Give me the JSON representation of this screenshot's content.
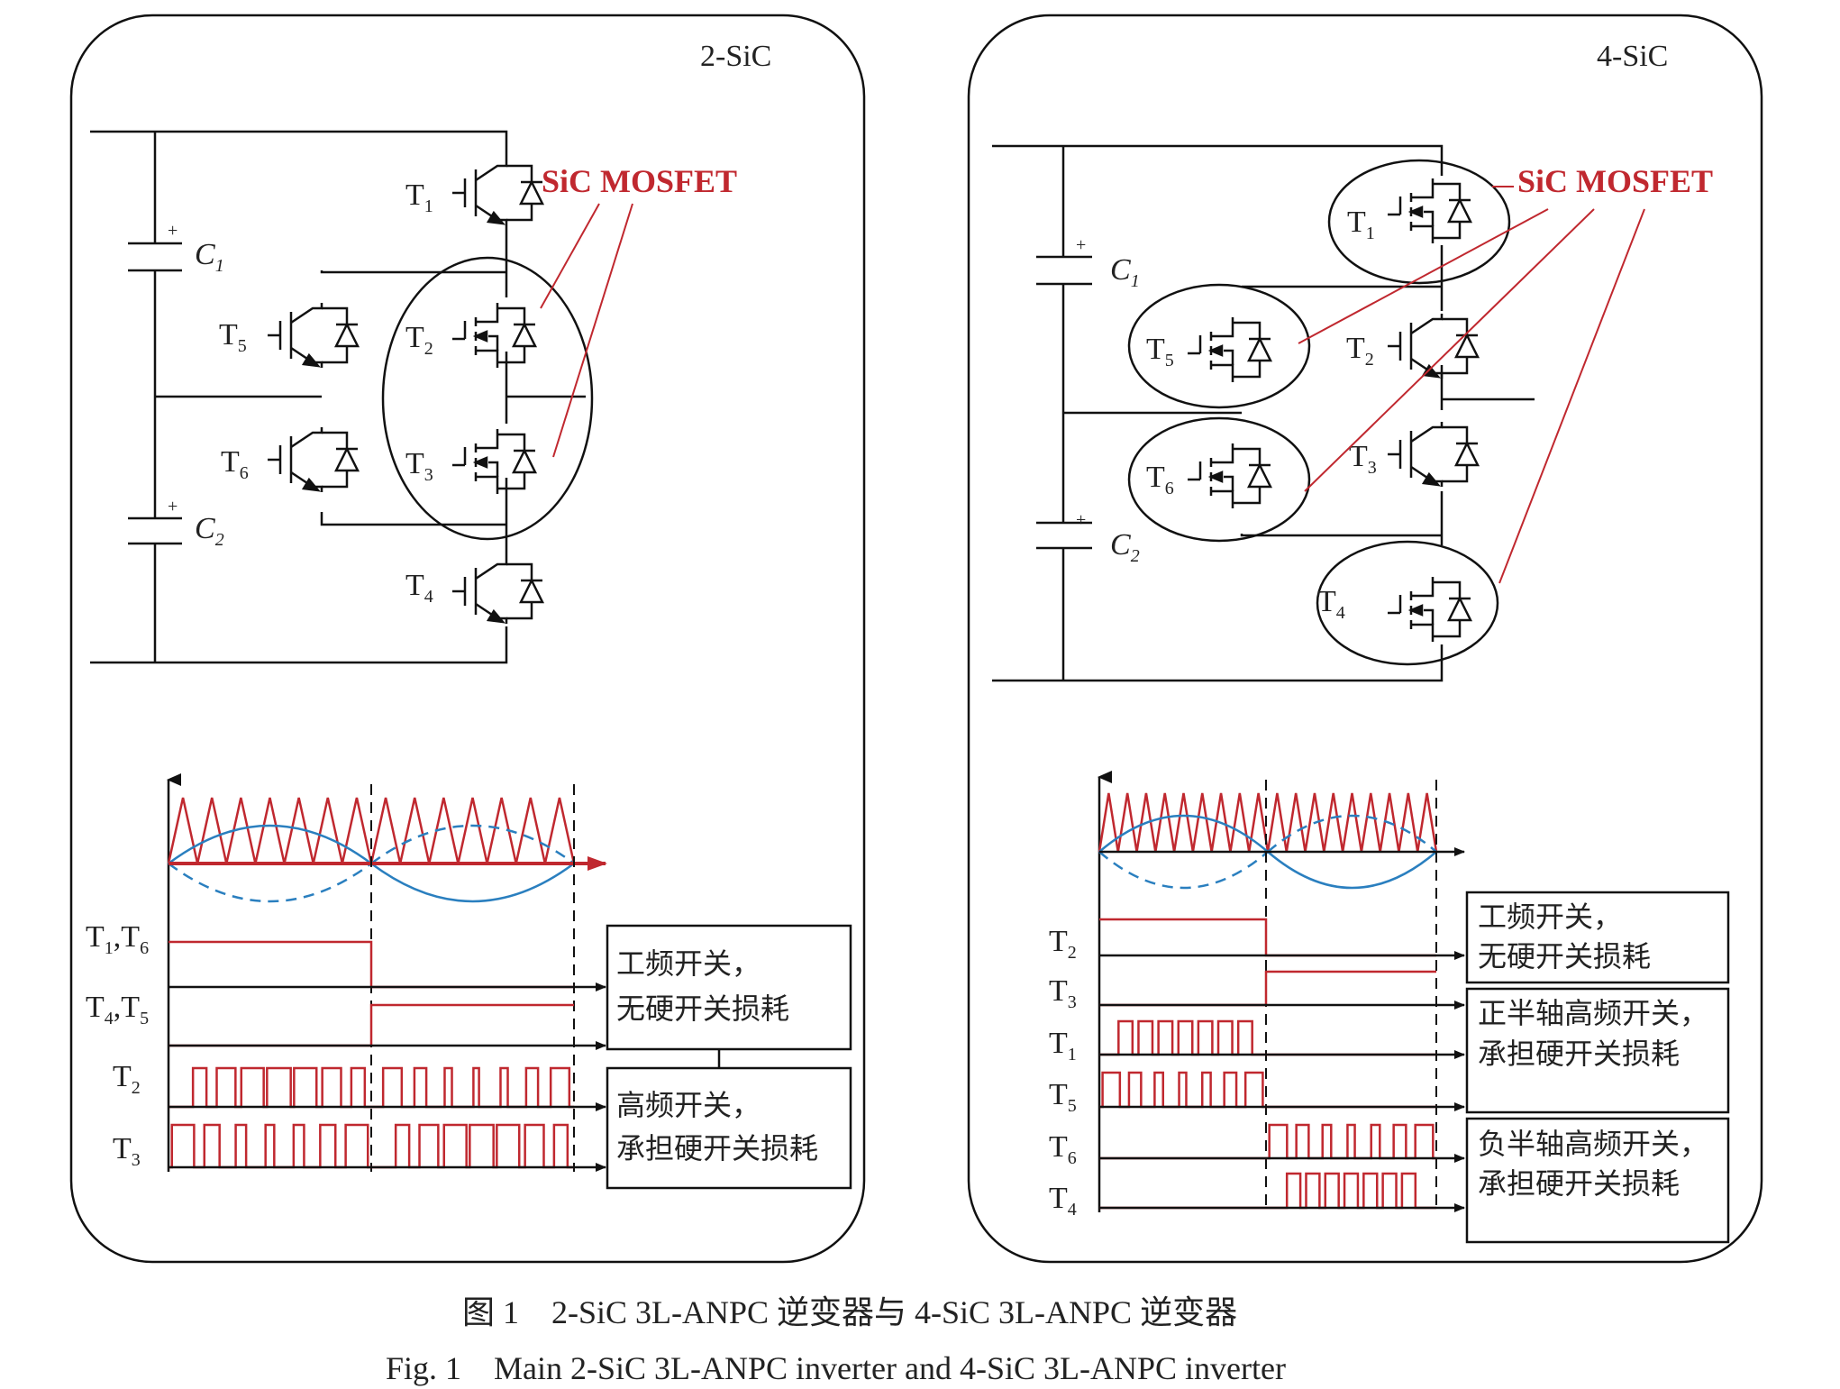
{
  "colors": {
    "pwm": "#c0282f",
    "sine": "#2a7fbf",
    "wire": "#111111",
    "callout": "#c0282f"
  },
  "left_panel": {
    "title": "2-SiC",
    "mosfet_label": "SiC  MOSFET",
    "switches": [
      {
        "name": "T",
        "sub": "1"
      },
      {
        "name": "T",
        "sub": "2"
      },
      {
        "name": "T",
        "sub": "3"
      },
      {
        "name": "T",
        "sub": "4"
      },
      {
        "name": "T",
        "sub": "5"
      },
      {
        "name": "T",
        "sub": "6"
      }
    ],
    "capacitors": [
      {
        "name": "C",
        "sub": "1"
      },
      {
        "name": "C",
        "sub": "2"
      }
    ],
    "plus_sign": "+",
    "signal_labels": [
      "T1,T6",
      "T4,T5",
      "T2",
      "T3"
    ],
    "boxes": [
      {
        "line1": "工频开关，",
        "line2": "无硬开关损耗"
      },
      {
        "line1": "高频开关，",
        "line2": "承担硬开关损耗"
      }
    ]
  },
  "right_panel": {
    "title": "4-SiC",
    "mosfet_label": "SiC  MOSFET",
    "switches": [
      {
        "name": "T",
        "sub": "1"
      },
      {
        "name": "T",
        "sub": "2"
      },
      {
        "name": "T",
        "sub": "3"
      },
      {
        "name": "T",
        "sub": "4"
      },
      {
        "name": "T",
        "sub": "5"
      },
      {
        "name": "T",
        "sub": "6"
      }
    ],
    "capacitors": [
      {
        "name": "C",
        "sub": "1"
      },
      {
        "name": "C",
        "sub": "2"
      }
    ],
    "plus_sign": "+",
    "signal_labels": [
      "T2",
      "T3",
      "T1",
      "T5",
      "T6",
      "T4"
    ],
    "boxes": [
      {
        "line1": "工频开关，",
        "line2": "无硬开关损耗"
      },
      {
        "line1": "正半轴高频开关，",
        "line2": "承担硬开关损耗"
      },
      {
        "line1": "负半轴高频开关，",
        "line2": "承担硬开关损耗"
      }
    ]
  },
  "caption": {
    "cn": "图 1    2-SiC 3L-ANPC 逆变器与 4-SiC 3L-ANPC 逆变器",
    "en": "Fig. 1    Main 2-SiC 3L-ANPC inverter and 4-SiC 3L-ANPC inverter"
  }
}
